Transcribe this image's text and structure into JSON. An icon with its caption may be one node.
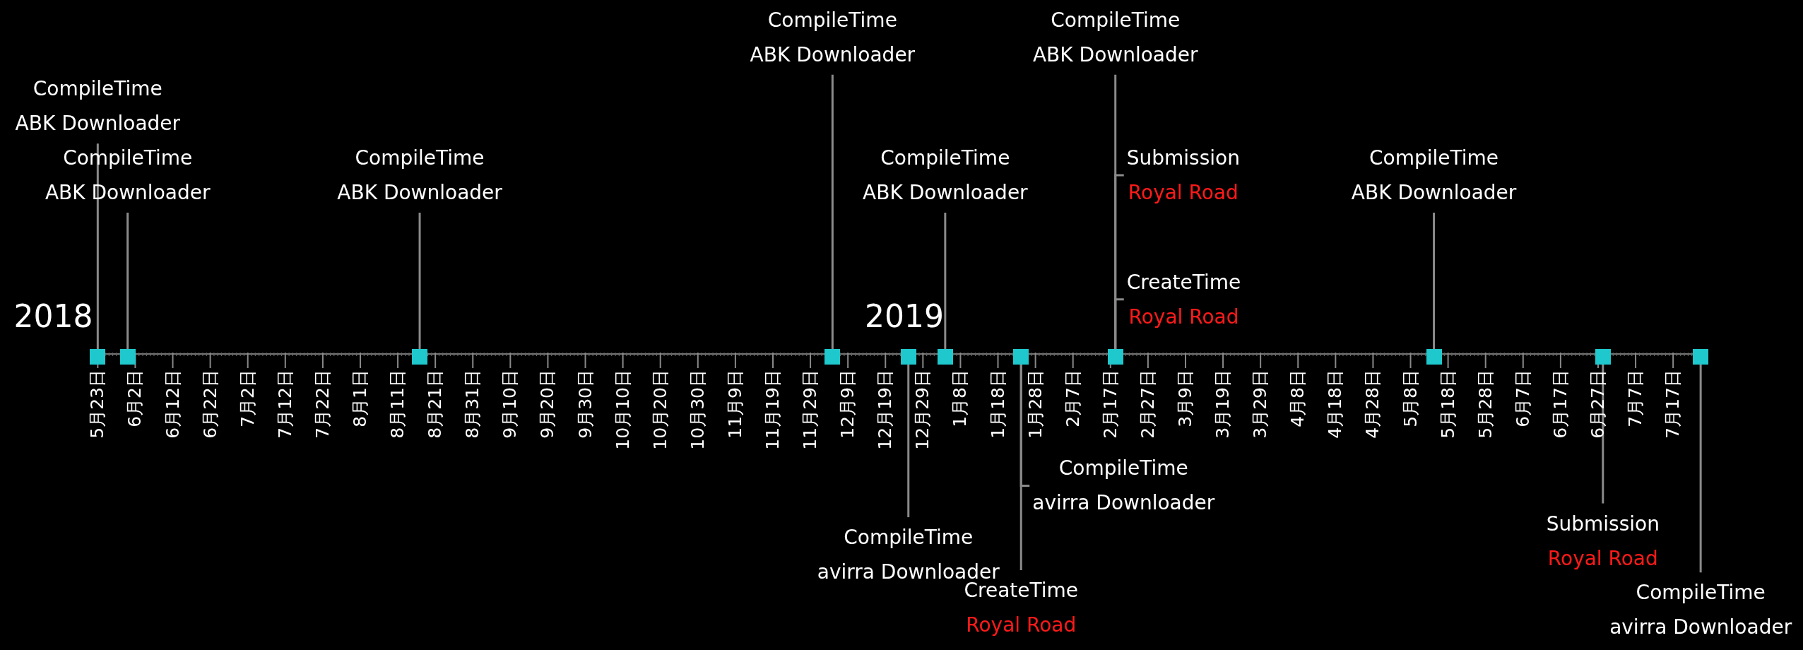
{
  "diagram": {
    "nodes": [
      {
        "text": [
          "CompileTime",
          "ABK Downloader"
        ]
      },
      {
        "text": [
          "CompileTime",
          "ABK Downloader"
        ]
      },
      {
        "text": [
          "CompileTime",
          "ABK Downloader"
        ]
      },
      {
        "text": [
          "CompileTime",
          "ABK Downloader"
        ]
      },
      {
        "text": [
          "CompileTime",
          "avirra Downloader"
        ]
      },
      {
        "text": [
          "CompileTime",
          "ABK Downloader"
        ]
      },
      {
        "text": [
          "CompileTime",
          "avirra Downloader"
        ]
      },
      {
        "text": [
          "CreateTime",
          "Royal Road"
        ]
      },
      {
        "text": [
          "CompileTime",
          "ABK Downloader"
        ]
      },
      {
        "text": [
          "Submission",
          "Royal Road"
        ]
      },
      {
        "text": [
          "CreateTime",
          "Royal Road"
        ]
      },
      {
        "text": [
          "CompileTime",
          "ABK Downloader"
        ]
      },
      {
        "text": [
          "Submission",
          "Royal Road"
        ]
      },
      {
        "text": [
          "CompileTime",
          "avirra Downloader"
        ]
      },
      {
        "text": [],
        "shape": "box"
      },
      {
        "text": [],
        "shape": "box"
      },
      {
        "text": [],
        "shape": "box"
      },
      {
        "text": [],
        "shape": "box"
      },
      {
        "text": [],
        "shape": "box"
      },
      {
        "text": [],
        "shape": "box"
      },
      {
        "text": [],
        "shape": "box"
      },
      {
        "text": [],
        "shape": "box"
      },
      {
        "text": [],
        "shape": "box"
      },
      {
        "text": [],
        "shape": "box"
      },
      {
        "text": [],
        "shape": "box"
      }
    ],
    "edges": [
      {
        "from": 0,
        "to": 14,
        "arrow": "none"
      },
      {
        "from": 1,
        "to": 15,
        "arrow": "none"
      },
      {
        "from": 2,
        "to": 16,
        "arrow": "none"
      },
      {
        "from": 3,
        "to": 17,
        "arrow": "none"
      },
      {
        "from": 4,
        "to": 18,
        "arrow": "none"
      },
      {
        "from": 5,
        "to": 19,
        "arrow": "none"
      },
      {
        "from": 6,
        "to": 20,
        "arrow": "none"
      },
      {
        "from": 7,
        "to": 20,
        "arrow": "none"
      },
      {
        "from": 8,
        "to": 21,
        "arrow": "none"
      },
      {
        "from": 9,
        "to": 21,
        "arrow": "none"
      },
      {
        "from": 10,
        "to": 21,
        "arrow": "none"
      },
      {
        "from": 11,
        "to": 22,
        "arrow": "none"
      },
      {
        "from": 12,
        "to": 23,
        "arrow": "none"
      },
      {
        "from": 13,
        "to": 24,
        "arrow": "none"
      }
    ],
    "labels": [
      "2018",
      "2019",
      "5月23日",
      "6月2日",
      "6月12日",
      "6月22日",
      "7月2日",
      "7月12日",
      "7月22日",
      "8月1日",
      "8月11日",
      "8月21日",
      "8月31日",
      "9月10日",
      "9月20日",
      "9月30日",
      "10月10日",
      "10月20日",
      "10月30日",
      "11月9日",
      "11月19日",
      "11月29日",
      "12月9日",
      "12月19日",
      "12月29日",
      "1月8日",
      "1月18日",
      "1月28日",
      "2月7日",
      "2月17日",
      "2月27日",
      "3月9日",
      "3月19日",
      "3月29日",
      "4月8日",
      "4月18日",
      "4月28日",
      "5月8日",
      "5月18日",
      "5月28日",
      "6月7日",
      "6月17日",
      "6月27日",
      "7月7日",
      "7月17日"
    ]
  }
}
